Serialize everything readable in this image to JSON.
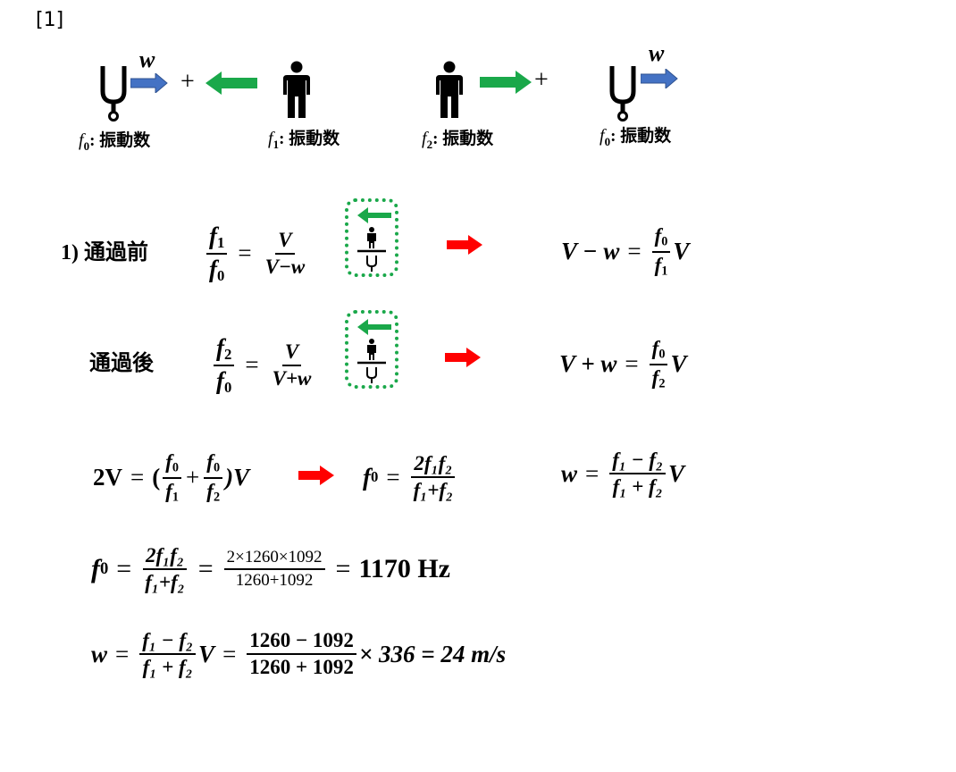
{
  "section_label": "[1]",
  "diagram": {
    "w_symbol": "w",
    "plus": "+",
    "labels": {
      "tuning_fork_left": {
        "var": "f",
        "sub": "0",
        "text": ": 振動数"
      },
      "person_left": {
        "var": "f",
        "sub": "1",
        "text": ": 振動数"
      },
      "person_right": {
        "var": "f",
        "sub": "2",
        "text": ": 振動数"
      },
      "tuning_fork_right": {
        "var": "f",
        "sub": "0",
        "text": ": 振動数"
      }
    },
    "colors": {
      "green": "#1aa84a",
      "blue": "#4472c4",
      "red": "#ff0000"
    }
  },
  "case1": {
    "title": "1) 通過前",
    "eq_left": {
      "f1": "f",
      "s1": "1",
      "f0": "f",
      "s0": "0",
      "eq": "=",
      "num": "V",
      "den": "V−w"
    },
    "eq_right": {
      "lhs": "V − w",
      "eq": "=",
      "num_f": "f",
      "num_s": "0",
      "den_f": "f",
      "den_s": "1",
      "tail": "V"
    }
  },
  "case2": {
    "title": "通過後",
    "eq_left": {
      "f1": "f",
      "s1": "2",
      "f0": "f",
      "s0": "0",
      "eq": "=",
      "num": "V",
      "den": "V+w"
    },
    "eq_right": {
      "lhs": "V + w",
      "eq": "=",
      "num_f": "f",
      "num_s": "0",
      "den_f": "f",
      "den_s": "2",
      "tail": "V"
    }
  },
  "row3": {
    "a_lhs": "2V",
    "a_eq": "=",
    "a_open": "(",
    "a_plus": "+",
    "a_close": ")V",
    "b_lhs": "f",
    "b_sub": "0",
    "b_eq": "=",
    "b_num": "2f₁f₂",
    "b_den": "f₁+f₂",
    "c_lhs": "w",
    "c_eq": "=",
    "c_num": "f₁ − f₂",
    "c_den": "f₁ + f₂",
    "c_tail": "V"
  },
  "calc1": {
    "lhs": "f",
    "lhs_sub": "0",
    "eq1": "=",
    "num1": "2f₁f₂",
    "den1": "f₁+f₂",
    "eq2": "=",
    "num2": "2×1260×1092",
    "den2": "1260+1092",
    "eq3": "=",
    "result": "1170 Hz"
  },
  "calc2": {
    "lhs": "w",
    "eq1": "=",
    "num1": "f₁ − f₂",
    "den1": "f₁ + f₂",
    "tail1": "V",
    "eq2": "=",
    "num2": "1260 − 1092",
    "den2": "1260 + 1092",
    "tail2": "× 336 = 24 m/s"
  }
}
